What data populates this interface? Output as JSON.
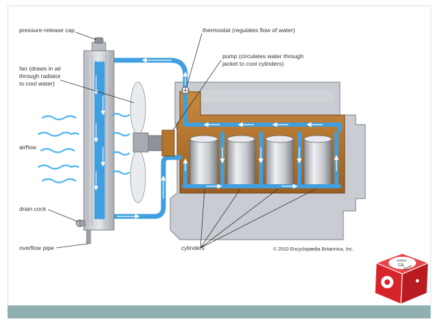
{
  "labels": {
    "pressure_release_cap": "pressure-release cap",
    "thermostat": "thermostat (regulates flow of water)",
    "pump_line1": "pump (circulates water through",
    "pump_line2": "jacket to cool cylinders)",
    "fan_line1": "fan (draws in air",
    "fan_line2": "through radiator",
    "fan_line3": "to cool water)",
    "airflow": "airflow",
    "drain_cock": "drain cock",
    "overflow_pipe": "overflow pipe",
    "cylinders": "cylinders",
    "copyright": "© 2010 Encyclopædia Britannica, Inc."
  },
  "logo": {
    "text_top": "SARGI",
    "text_mid": "Gk",
    "text_sign": "Sawe"
  },
  "colors": {
    "footer_bar": "#8fb0ae",
    "engine_block": "#c9ccd2",
    "water_jacket": "#b4742c",
    "coolant_pipe": "#3f9fe0",
    "airflow": "#5ab8ea",
    "logo_red": "#d7242a"
  }
}
